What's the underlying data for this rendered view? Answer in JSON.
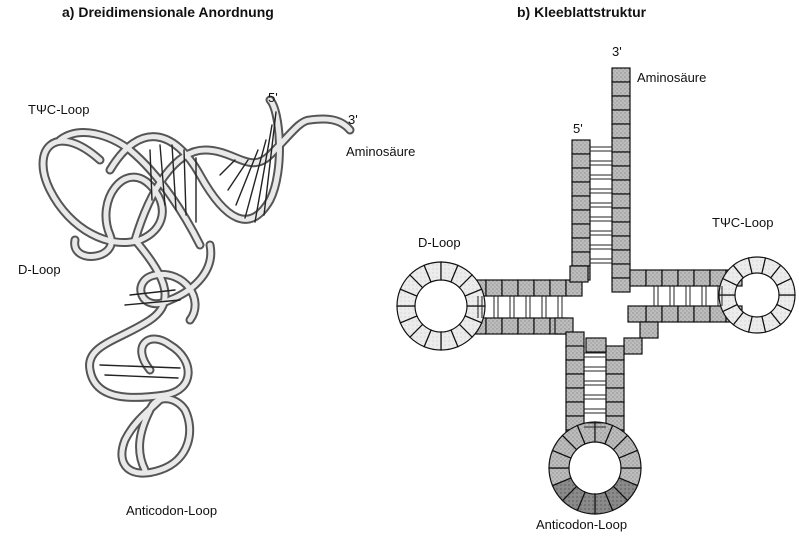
{
  "panel_a": {
    "title": "a) Dreidimensionale Anordnung",
    "labels": {
      "tpsic_loop": "TΨC-Loop",
      "five_prime": "5'",
      "three_prime": "3'",
      "amino_acid": "Aminosäure",
      "d_loop": "D-Loop",
      "anticodon_loop": "Anticodon-Loop"
    }
  },
  "panel_b": {
    "title": "b) Kleeblattstruktur",
    "labels": {
      "three_prime": "3'",
      "amino_acid": "Aminosäure",
      "five_prime": "5'",
      "d_loop": "D-Loop",
      "tpsic_loop": "TΨC-Loop",
      "anticodon_loop": "Anticodon-Loop"
    }
  }
}
